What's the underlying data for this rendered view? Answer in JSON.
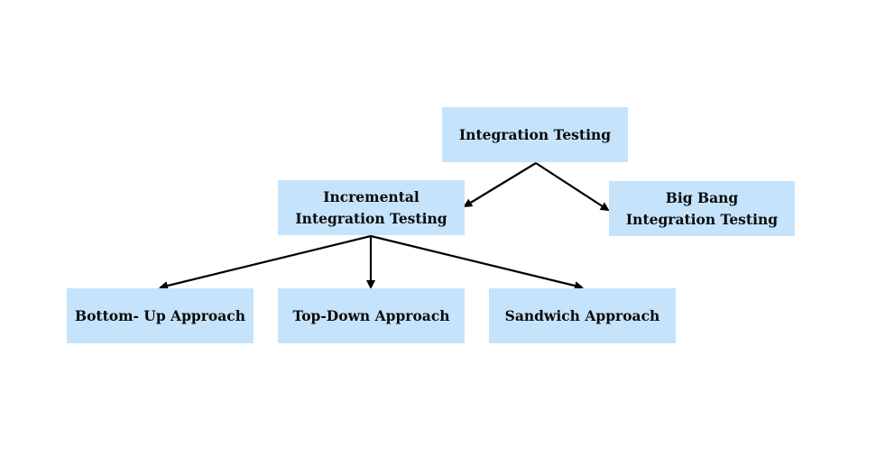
{
  "colors": {
    "node_fill": "#c5e3fb",
    "edge": "#000000"
  },
  "nodes": {
    "root": {
      "lines": [
        "Integration Testing"
      ]
    },
    "incremental": {
      "lines": [
        "Incremental",
        "Integration Testing"
      ]
    },
    "big_bang": {
      "lines": [
        "Big Bang",
        "Integration Testing"
      ]
    },
    "bottom_up": {
      "lines": [
        "Bottom- Up Approach"
      ]
    },
    "top_down": {
      "lines": [
        "Top-Down Approach"
      ]
    },
    "sandwich": {
      "lines": [
        "Sandwich Approach"
      ]
    }
  },
  "edges": [
    {
      "from": "root",
      "to": "incremental"
    },
    {
      "from": "root",
      "to": "big_bang"
    },
    {
      "from": "incremental",
      "to": "bottom_up"
    },
    {
      "from": "incremental",
      "to": "top_down"
    },
    {
      "from": "incremental",
      "to": "sandwich"
    }
  ]
}
